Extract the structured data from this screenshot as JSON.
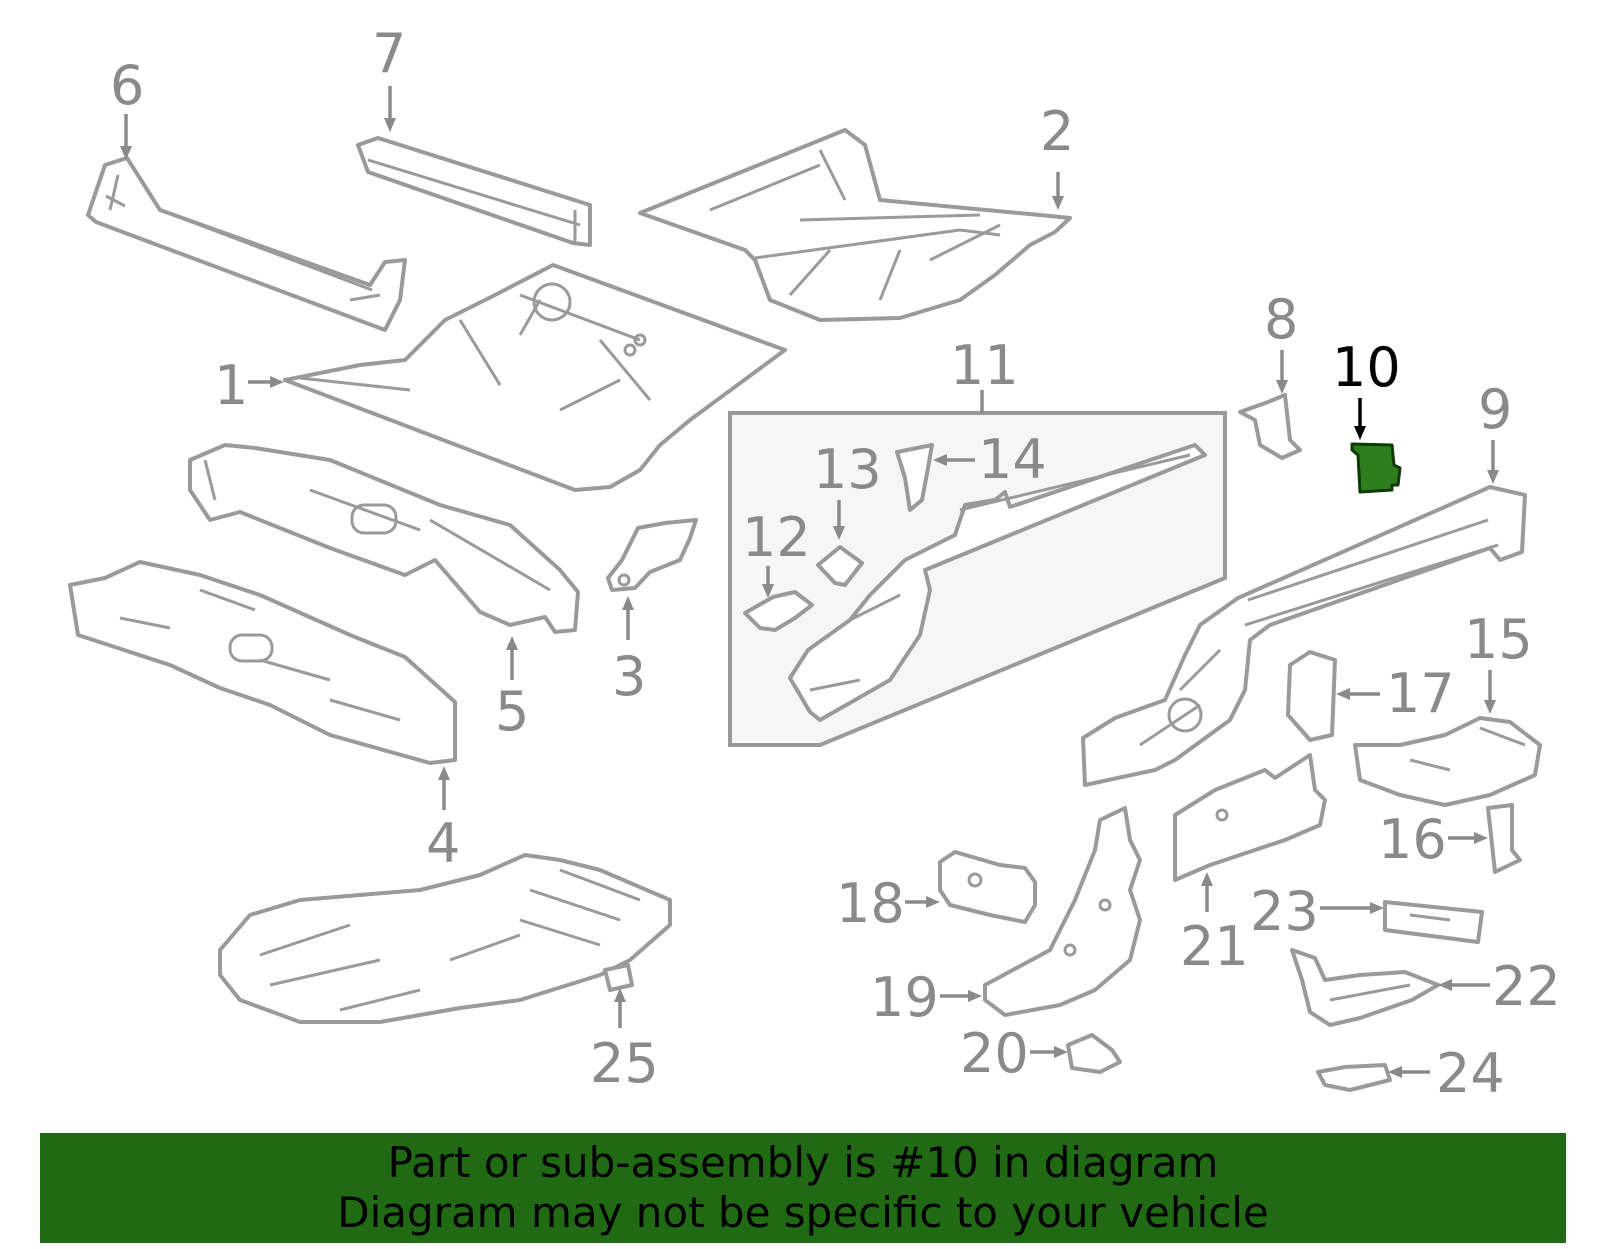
{
  "callouts": {
    "c1": "1",
    "c2": "2",
    "c3": "3",
    "c4": "4",
    "c5": "5",
    "c6": "6",
    "c7": "7",
    "c8": "8",
    "c9": "9",
    "c10": "10",
    "c11": "11",
    "c12": "12",
    "c13": "13",
    "c14": "14",
    "c15": "15",
    "c16": "16",
    "c17": "17",
    "c18": "18",
    "c19": "19",
    "c20": "20",
    "c21": "21",
    "c22": "22",
    "c23": "23",
    "c24": "24",
    "c25": "25"
  },
  "highlight_part": "10",
  "colors": {
    "line": "#9a9a9a",
    "label": "#8a8a8a",
    "highlight_fill": "#2e7d1f",
    "banner_bg": "#1f6a12",
    "inset_bg": "#f6f6f6"
  },
  "banner": {
    "line1": "Part or sub-assembly is #10 in diagram",
    "line2": "Diagram may not be specific to your vehicle"
  }
}
